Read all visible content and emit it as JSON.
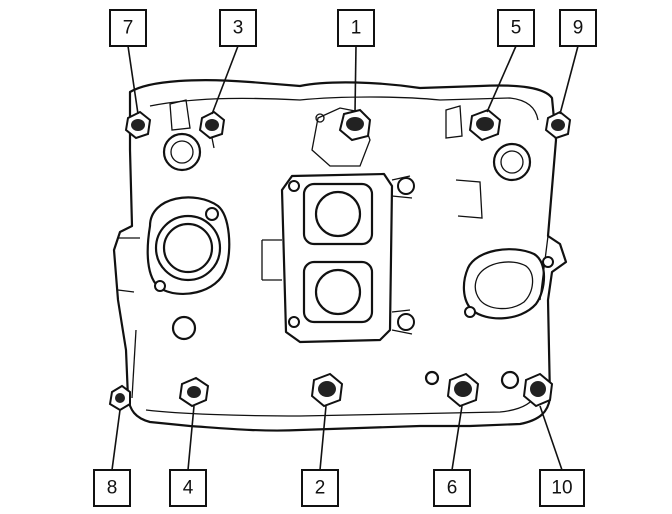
{
  "diagram": {
    "sequence_labels": [
      "1",
      "2",
      "3",
      "4",
      "5",
      "6",
      "7",
      "8",
      "9",
      "10"
    ]
  }
}
